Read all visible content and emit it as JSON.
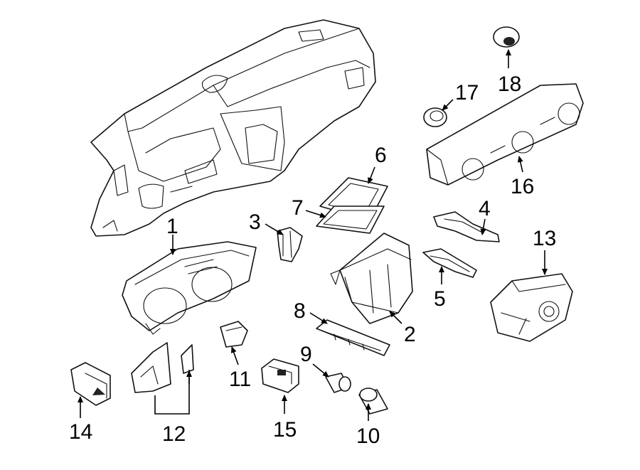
{
  "diagram": {
    "callouts": [
      {
        "id": "1",
        "text": "1"
      },
      {
        "id": "2",
        "text": "2"
      },
      {
        "id": "3",
        "text": "3"
      },
      {
        "id": "4",
        "text": "4"
      },
      {
        "id": "5",
        "text": "5"
      },
      {
        "id": "6",
        "text": "6"
      },
      {
        "id": "7",
        "text": "7"
      },
      {
        "id": "8",
        "text": "8"
      },
      {
        "id": "9",
        "text": "9"
      },
      {
        "id": "10",
        "text": "10"
      },
      {
        "id": "11",
        "text": "11"
      },
      {
        "id": "12",
        "text": "12"
      },
      {
        "id": "13",
        "text": "13"
      },
      {
        "id": "14",
        "text": "14"
      },
      {
        "id": "15",
        "text": "15"
      },
      {
        "id": "16",
        "text": "16"
      },
      {
        "id": "17",
        "text": "17"
      },
      {
        "id": "18",
        "text": "18"
      }
    ],
    "line_color": "#111111",
    "background": "#ffffff"
  }
}
